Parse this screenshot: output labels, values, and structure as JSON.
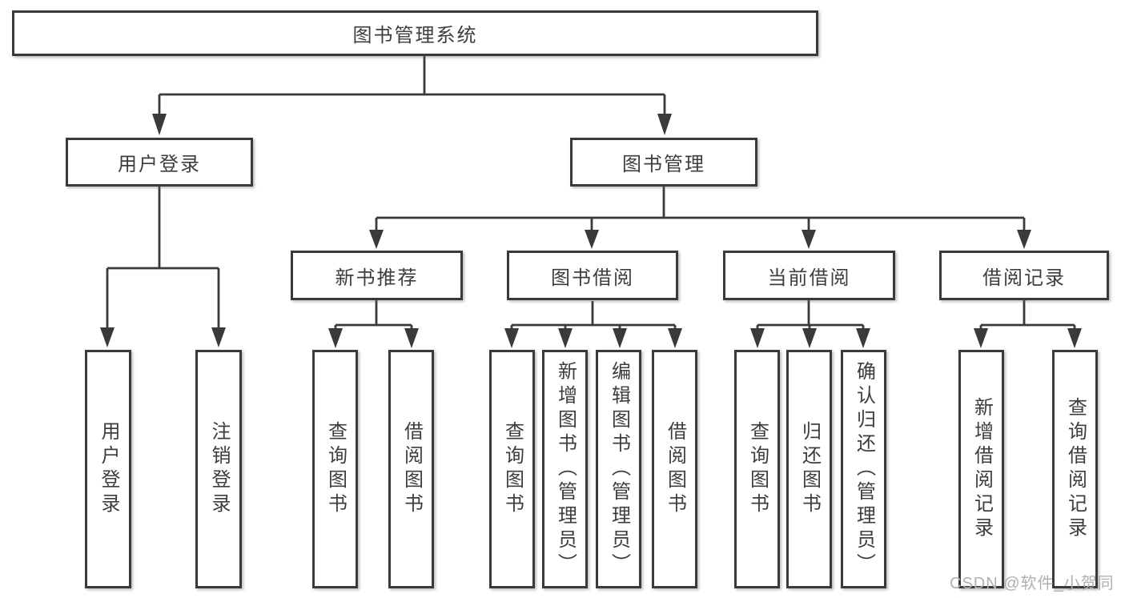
{
  "tree": {
    "root": {
      "label": "图书管理系统"
    },
    "level2": [
      {
        "label": "用户登录"
      },
      {
        "label": "图书管理"
      }
    ],
    "level3": [
      {
        "label": "新书推荐"
      },
      {
        "label": "图书借阅"
      },
      {
        "label": "当前借阅"
      },
      {
        "label": "借阅记录"
      }
    ],
    "leaves": {
      "login": [
        "用户登录",
        "注销登录"
      ],
      "recommend": [
        "查询图书",
        "借阅图书"
      ],
      "borrow": [
        "查询图书",
        "新增图书（管理员）",
        "编辑图书（管理员）",
        "借阅图书"
      ],
      "current": [
        "查询图书",
        "归还图书",
        "确认归还（管理员）"
      ],
      "records": [
        "新增借阅记录",
        "查询借阅记录"
      ]
    }
  },
  "watermark": {
    "text": "CSDN @软件_小贺同学"
  },
  "colors": {
    "background": "#ffffff",
    "line": "#3a3a3a",
    "box_border": "#3a3a3a",
    "text": "#3d3d3d",
    "watermark": "#b0b0b0"
  }
}
